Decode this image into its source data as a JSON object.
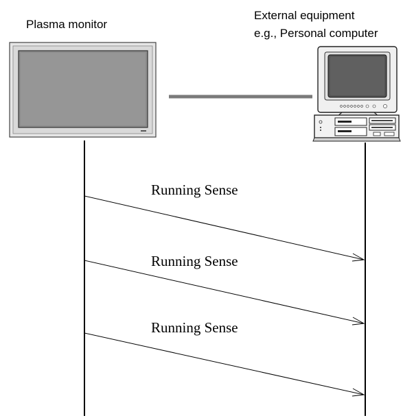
{
  "devices": {
    "left": {
      "label": "Plasma monitor",
      "icon": "plasma-monitor-icon"
    },
    "right": {
      "label_line1": "External equipment",
      "label_line2": "e.g., Personal computer",
      "icon": "personal-computer-icon"
    }
  },
  "messages": [
    {
      "label": "Running Sense"
    },
    {
      "label": "Running Sense"
    },
    {
      "label": "Running Sense"
    }
  ],
  "colors": {
    "stroke": "#000000",
    "connector": "#7a7a7a",
    "screen": "#8c8c8c"
  }
}
